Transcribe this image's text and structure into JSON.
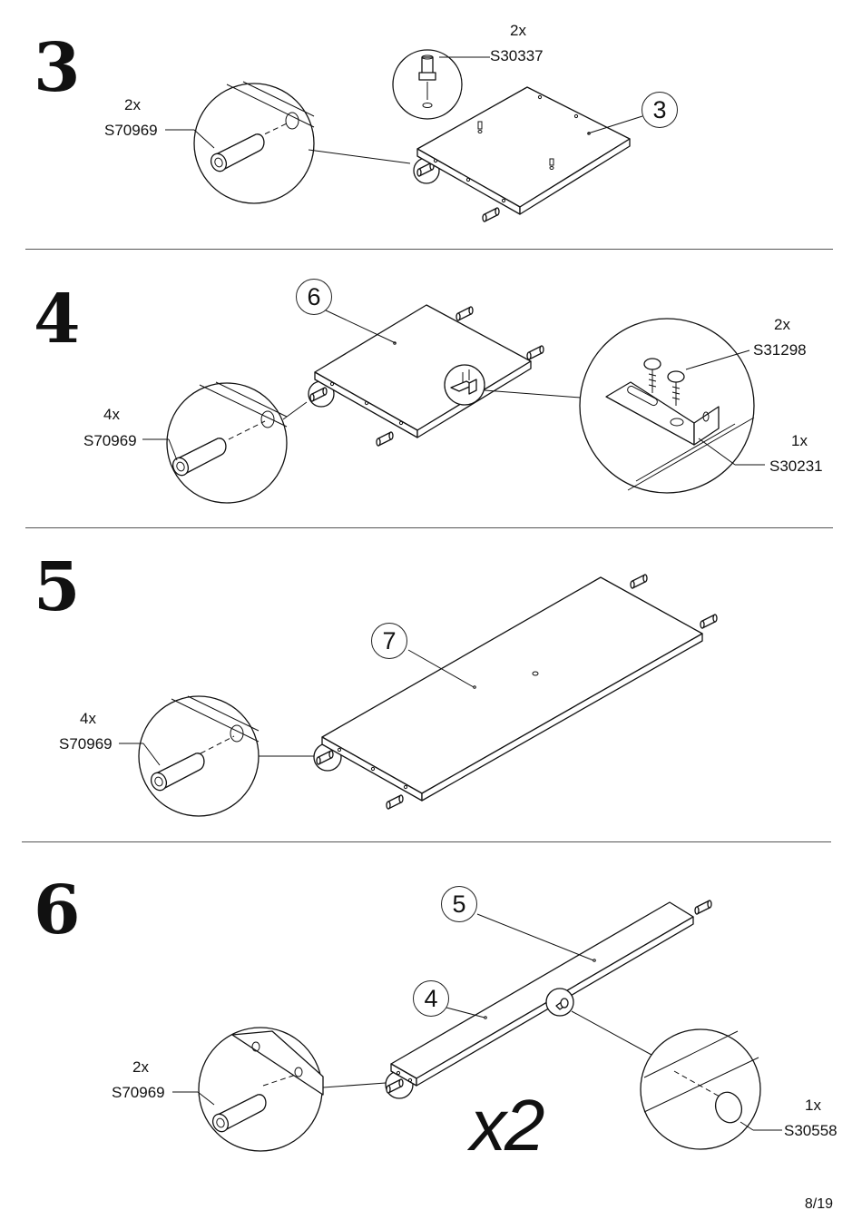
{
  "steps": [
    {
      "number": "3",
      "part_callout": "3",
      "hardware": [
        {
          "qty": "2x",
          "code": "S30337"
        },
        {
          "qty": "2x",
          "code": "S70969"
        }
      ]
    },
    {
      "number": "4",
      "part_callout": "6",
      "hardware": [
        {
          "qty": "4x",
          "code": "S70969"
        },
        {
          "qty": "2x",
          "code": "S31298"
        },
        {
          "qty": "1x",
          "code": "S30231"
        }
      ]
    },
    {
      "number": "5",
      "part_callout": "7",
      "hardware": [
        {
          "qty": "4x",
          "code": "S70969"
        }
      ]
    },
    {
      "number": "6",
      "part_callouts": [
        "5",
        "4"
      ],
      "multiplier": "x2",
      "hardware": [
        {
          "qty": "2x",
          "code": "S70969"
        },
        {
          "qty": "1x",
          "code": "S30558"
        }
      ]
    }
  ],
  "page_number": "8/19"
}
